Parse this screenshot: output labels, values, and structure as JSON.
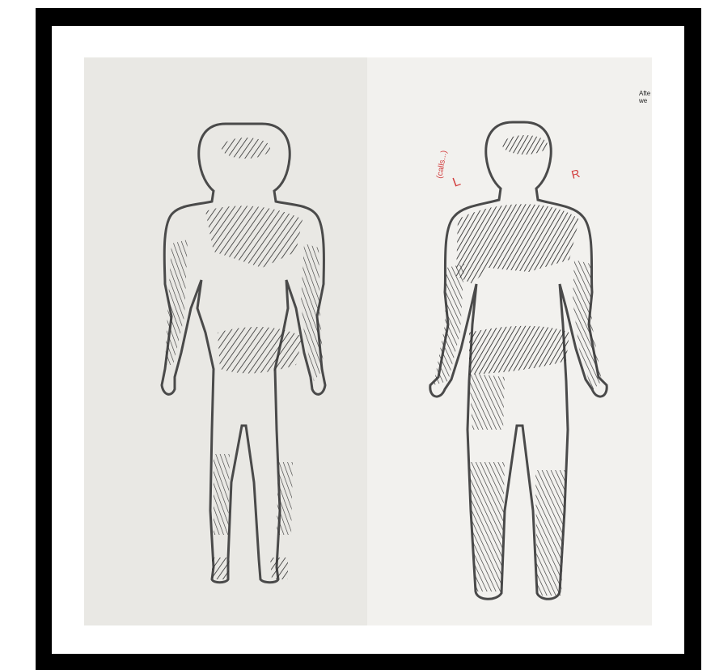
{
  "colors": {
    "frame": "#000000",
    "paper_left": "#e9e8e4",
    "paper_right": "#f2f1ee",
    "outline": "#4a4a4a",
    "shading": "#2e2e2e",
    "annotation": "#d23c3c"
  },
  "left_figure": {
    "shaded_regions": [
      "head",
      "upper-chest",
      "both-arms",
      "lower-abdomen",
      "both-calves",
      "both-feet"
    ]
  },
  "right_figure": {
    "shaded_regions": [
      "head",
      "left-shoulder-chest",
      "left-arm",
      "right-arm",
      "abdomen",
      "left-side-full-length",
      "both-legs"
    ],
    "annotations": {
      "left_marker": "L",
      "right_marker": "R",
      "vertical_note": "(calls...)"
    },
    "corner_text": "Afte\nwe"
  }
}
